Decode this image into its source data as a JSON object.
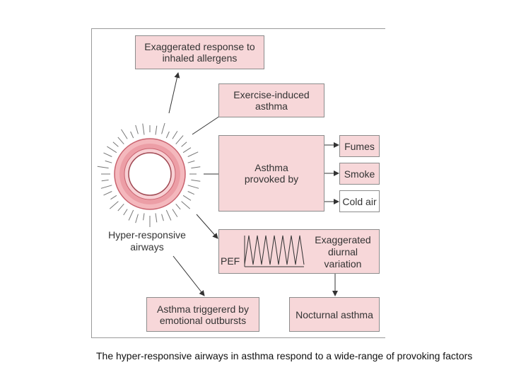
{
  "boxes": {
    "exaggerated_response": "Exaggerated response to\ninhaled allergens",
    "exercise_induced": "Exercise-induced\nasthma",
    "provoked_by": "Asthma\nprovoked by",
    "fumes": "Fumes",
    "smoke": "Smoke",
    "cold_air": "Cold air",
    "diurnal_variation": "Exaggerated\ndiurnal\nvariation",
    "pef": "PEF",
    "emotional": "Asthma triggererd by\nemotional outbursts",
    "nocturnal": "Nocturnal asthma"
  },
  "airway_label": "Hyper-responsive\nairways",
  "caption": "The hyper-responsive airways in asthma respond to a wide-range of provoking factors",
  "colors": {
    "box_fill": "#f7d7d9",
    "ring": "#e58c95",
    "arrow": "#333333"
  }
}
